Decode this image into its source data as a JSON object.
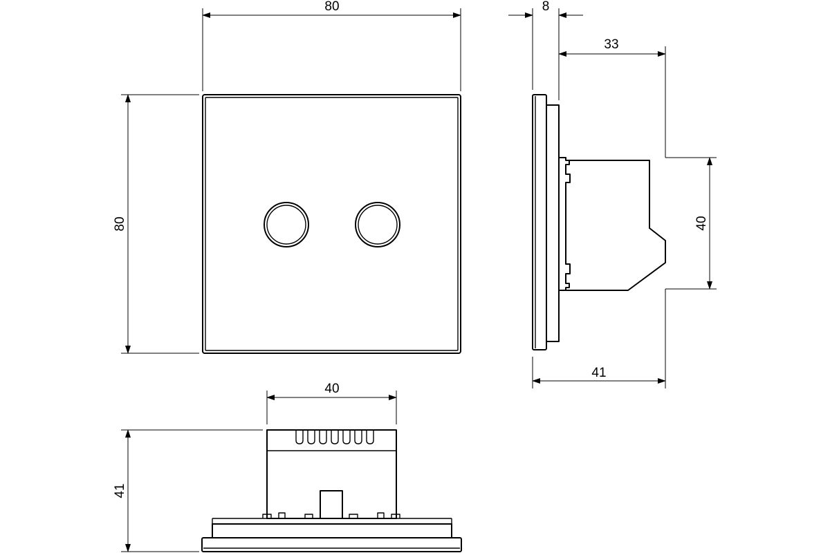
{
  "dimensions": {
    "front_width": "80",
    "front_height": "80",
    "side_plate_depth": "8",
    "side_body_depth": "33",
    "side_body_height": "40",
    "side_total_depth": "41",
    "bottom_body_width": "40",
    "bottom_total_depth": "41"
  }
}
